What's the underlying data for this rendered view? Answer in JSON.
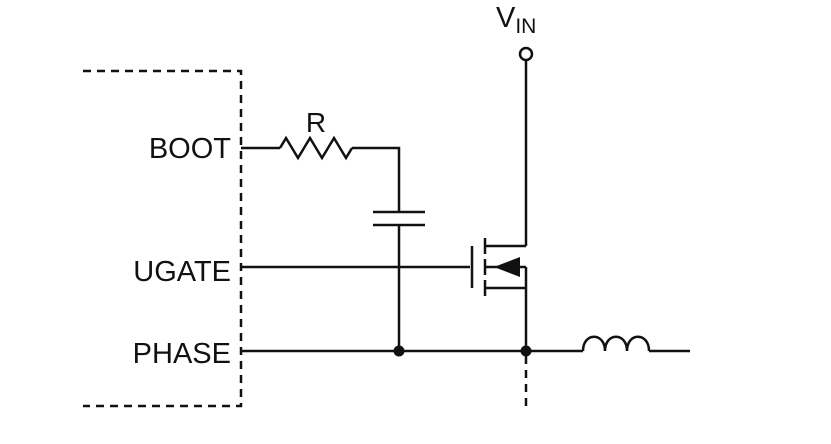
{
  "labels": {
    "boot": "BOOT",
    "ugate": "UGATE",
    "phase": "PHASE",
    "resistor": "R",
    "vin_main": "V",
    "vin_sub": "IN"
  }
}
